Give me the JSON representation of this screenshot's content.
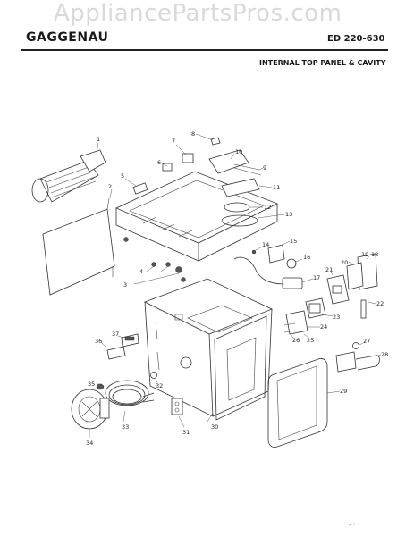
{
  "watermark": "AppliancePartsPros.com",
  "header": {
    "brand": "GAGGENAU",
    "model": "ED 220-630",
    "title": "INTERNAL TOP PANEL & CAVITY"
  },
  "callouts": [
    "1",
    "2",
    "3",
    "4",
    "5",
    "6",
    "7",
    "8",
    "9",
    "10",
    "11",
    "12",
    "13",
    "14",
    "15",
    "16",
    "17",
    "18",
    "19",
    "20",
    "21",
    "22",
    "23",
    "24",
    "25",
    "26",
    "27",
    "28",
    "29",
    "30",
    "31",
    "32",
    "33",
    "34",
    "35",
    "36",
    "37"
  ],
  "footer": "–  ·"
}
